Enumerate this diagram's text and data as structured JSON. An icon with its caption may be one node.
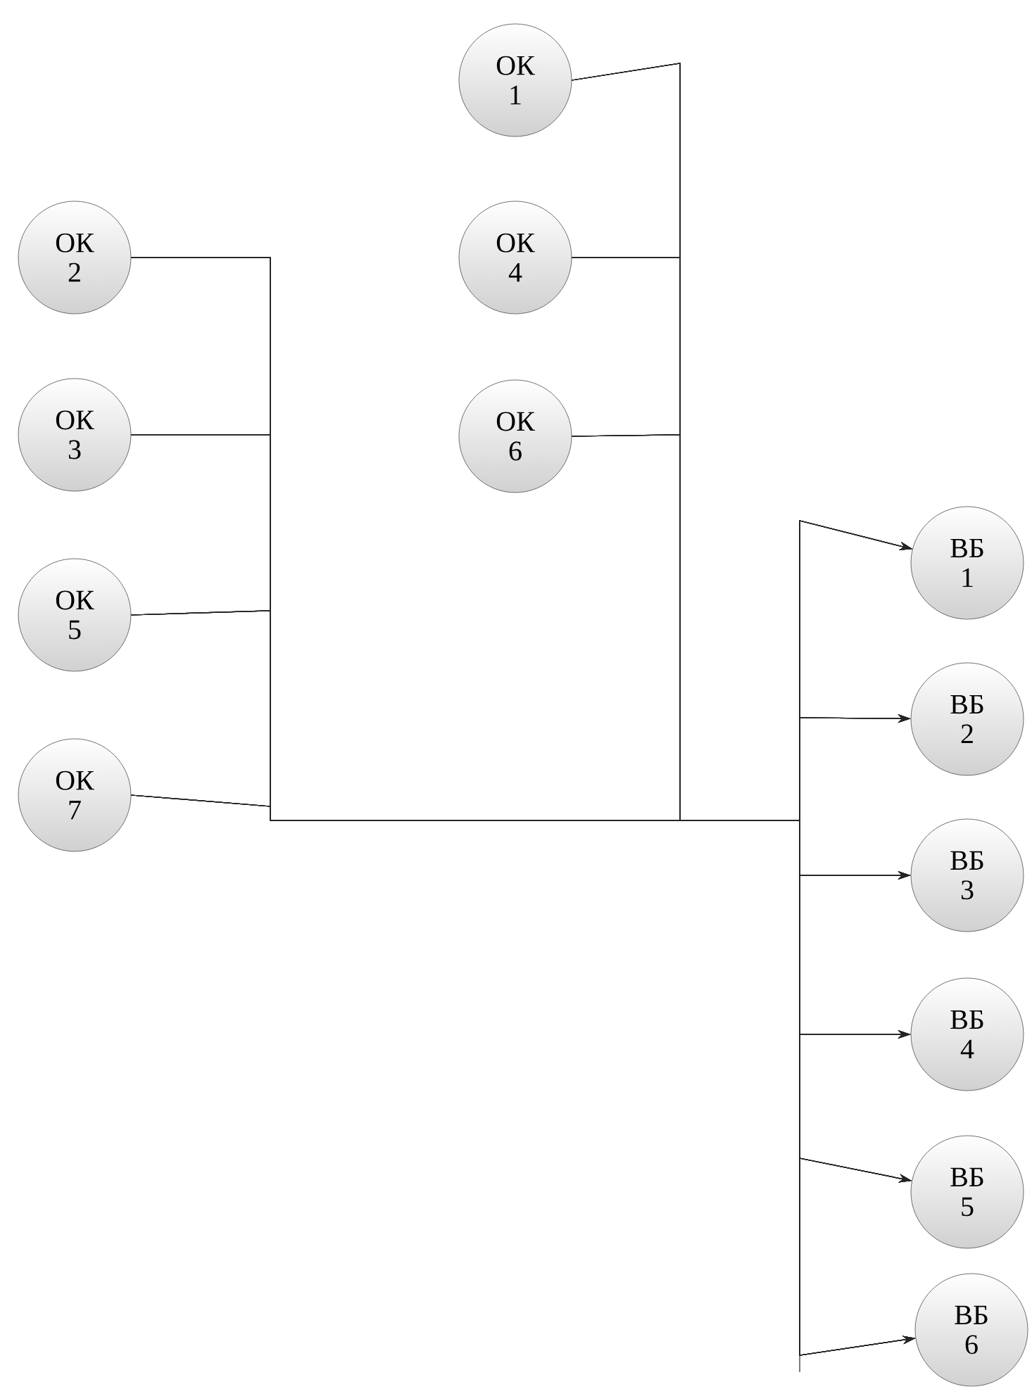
{
  "diagram": {
    "nodes": [
      {
        "text": [
          "ОК 1"
        ]
      },
      {
        "text": [
          "ОК 2"
        ]
      },
      {
        "text": [
          "ОК 3"
        ]
      },
      {
        "text": [
          "ОК 4"
        ]
      },
      {
        "text": [
          "ОК 5"
        ]
      },
      {
        "text": [
          "ОК 6"
        ]
      },
      {
        "text": [
          "ОК 7"
        ]
      },
      {
        "text": [
          "ВБ 1"
        ]
      },
      {
        "text": [
          "ВБ 2"
        ]
      },
      {
        "text": [
          "ВБ 3"
        ]
      },
      {
        "text": [
          "ВБ 4"
        ]
      },
      {
        "text": [
          "ВБ 5"
        ]
      },
      {
        "text": [
          "ВБ 6"
        ]
      }
    ],
    "edges": [
      {
        "from": 0,
        "to": 7,
        "arrow": "to"
      },
      {
        "from": 0,
        "to": 8,
        "arrow": "to"
      },
      {
        "from": 0,
        "to": 9,
        "arrow": "to"
      },
      {
        "from": 0,
        "to": 10,
        "arrow": "to"
      },
      {
        "from": 0,
        "to": 11,
        "arrow": "to"
      },
      {
        "from": 0,
        "to": 12,
        "arrow": "to"
      },
      {
        "from": 1,
        "to": 7,
        "arrow": "to"
      },
      {
        "from": 1,
        "to": 8,
        "arrow": "to"
      },
      {
        "from": 1,
        "to": 9,
        "arrow": "to"
      },
      {
        "from": 1,
        "to": 10,
        "arrow": "to"
      },
      {
        "from": 1,
        "to": 11,
        "arrow": "to"
      },
      {
        "from": 1,
        "to": 12,
        "arrow": "to"
      },
      {
        "from": 2,
        "to": 7,
        "arrow": "to"
      },
      {
        "from": 2,
        "to": 8,
        "arrow": "to"
      },
      {
        "from": 2,
        "to": 9,
        "arrow": "to"
      },
      {
        "from": 2,
        "to": 10,
        "arrow": "to"
      },
      {
        "from": 2,
        "to": 11,
        "arrow": "to"
      },
      {
        "from": 2,
        "to": 12,
        "arrow": "to"
      },
      {
        "from": 3,
        "to": 7,
        "arrow": "to"
      },
      {
        "from": 3,
        "to": 8,
        "arrow": "to"
      },
      {
        "from": 3,
        "to": 9,
        "arrow": "to"
      },
      {
        "from": 3,
        "to": 10,
        "arrow": "to"
      },
      {
        "from": 3,
        "to": 11,
        "arrow": "to"
      },
      {
        "from": 3,
        "to": 12,
        "arrow": "to"
      },
      {
        "from": 4,
        "to": 7,
        "arrow": "to"
      },
      {
        "from": 4,
        "to": 8,
        "arrow": "to"
      },
      {
        "from": 4,
        "to": 9,
        "arrow": "to"
      },
      {
        "from": 4,
        "to": 10,
        "arrow": "to"
      },
      {
        "from": 4,
        "to": 11,
        "arrow": "to"
      },
      {
        "from": 4,
        "to": 12,
        "arrow": "to"
      },
      {
        "from": 5,
        "to": 7,
        "arrow": "to"
      },
      {
        "from": 5,
        "to": 8,
        "arrow": "to"
      },
      {
        "from": 5,
        "to": 9,
        "arrow": "to"
      },
      {
        "from": 5,
        "to": 10,
        "arrow": "to"
      },
      {
        "from": 5,
        "to": 11,
        "arrow": "to"
      },
      {
        "from": 5,
        "to": 12,
        "arrow": "to"
      },
      {
        "from": 6,
        "to": 7,
        "arrow": "to"
      },
      {
        "from": 6,
        "to": 8,
        "arrow": "to"
      },
      {
        "from": 6,
        "to": 9,
        "arrow": "to"
      },
      {
        "from": 6,
        "to": 10,
        "arrow": "to"
      },
      {
        "from": 6,
        "to": 11,
        "arrow": "to"
      },
      {
        "from": 6,
        "to": 12,
        "arrow": "to"
      }
    ]
  }
}
